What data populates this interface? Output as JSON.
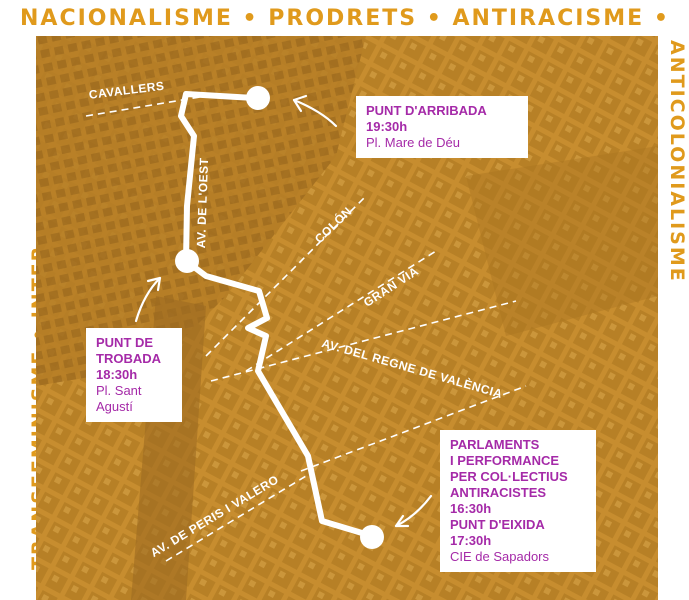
{
  "border": {
    "top": "NACIONALISME • PRODRETS • ANTIRACISME •",
    "left": "TRANSFEMINISME • INTER",
    "right": "ANTICOLONIALISME"
  },
  "streets": {
    "cavallers": "CAVALLERS",
    "oest": "AV. DE L'OEST",
    "colon": "COLÓN",
    "granvia": "GRAN VIA",
    "regne": "AV. DEL REGNE DE VALÈNCIA",
    "peris": "AV. DE PERIS I VALERO"
  },
  "arribada": {
    "title": "PUNT D'ARRIBADA",
    "time": "19:30h",
    "place": "Pl. Mare de Déu"
  },
  "trobada": {
    "line1": "PUNT DE",
    "line2": "TROBADA",
    "time": "18:30h",
    "place1": "Pl. Sant",
    "place2": "Agustí"
  },
  "eixida": {
    "line1": "PARLAMENTS",
    "line2": "I PERFORMANCE",
    "line3": "PER COL·LECTIUS",
    "line4": "ANTIRACISTES",
    "time1": "16:30h",
    "title2": "PUNT D'EIXIDA",
    "time2": "17:30h",
    "place": "CIE de Sapadors"
  },
  "colors": {
    "accent": "#e09a1c",
    "purple": "#a52aa8",
    "map": "#c78d2f"
  }
}
